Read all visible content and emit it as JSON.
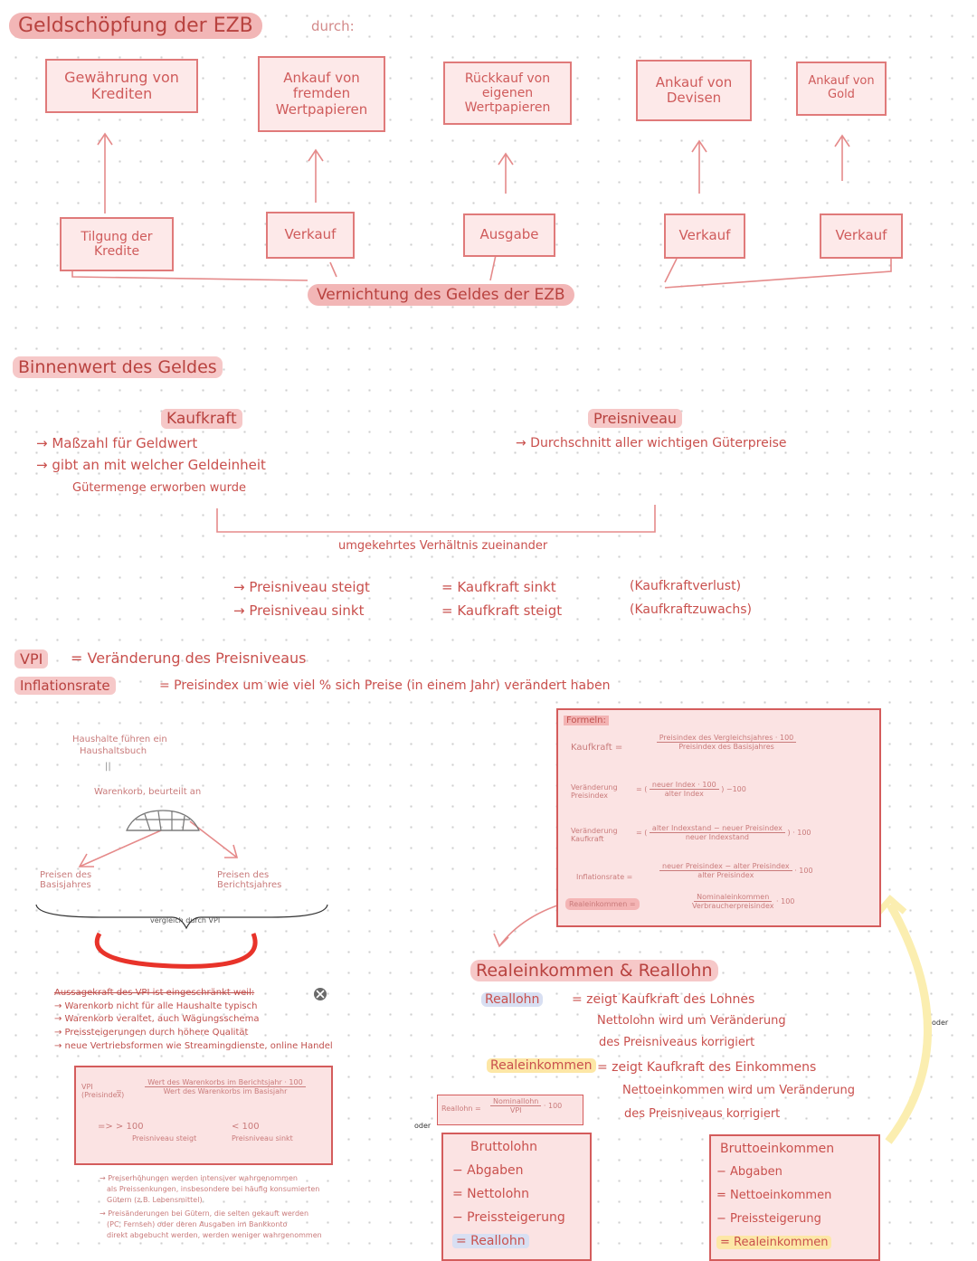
{
  "geldschoepfung": {
    "title": "Geldschöpfung der EZB",
    "suffix": "durch:",
    "top_boxes": [
      "Gewährung von Krediten",
      "Ankauf von fremden Wertpapieren",
      "Rückkauf von eigenen Wertpapieren",
      "Ankauf von Devisen",
      "Ankauf von Gold"
    ],
    "bottom_boxes": [
      "Tilgung der Kredite",
      "Verkauf",
      "Ausgabe",
      "Verkauf",
      "Verkauf"
    ],
    "vernichtung": "Vernichtung des Geldes der EZB"
  },
  "binnenwert": {
    "title": "Binnenwert des Geldes",
    "kaufkraft": {
      "title": "Kaufkraft",
      "line1": "→ Maßzahl für Geldwert",
      "line2": "→ gibt an mit welcher Geldeinheit",
      "line3": "Gütermenge erworben wurde"
    },
    "preisniveau": {
      "title": "Preisniveau",
      "line1": "→ Durchschnitt aller wichtigen Güterpreise"
    },
    "verhaeltnis": "umgekehrtes Verhältnis zueinander",
    "rows": [
      {
        "left": "→ Preisniveau steigt",
        "mid": "= Kaufkraft sinkt",
        "right": "(Kaufkraftverlust)"
      },
      {
        "left": "→ Preisniveau sinkt",
        "mid": "= Kaufkraft steigt",
        "right": "(Kaufkraftzuwachs)"
      }
    ]
  },
  "vpi": {
    "label": "VPI",
    "def": "= Veränderung des Preisniveaus",
    "inflation_label": "Inflationsrate",
    "inflation_def": "= Preisindex um wie viel % sich Preise (in einem Jahr) verändert haben"
  },
  "haushalte": {
    "line1": "Haushalte führen ein",
    "line2": "Haushaltsbuch",
    "arrow": "||",
    "warenkorb": "Warenkorb, beurteilt an",
    "left": "Preisen des Basisjahres",
    "right": "Preisen des Berichtsjahres",
    "vergleich": "vergleich durch VPI"
  },
  "aussagekraft": {
    "title": "Aussagekraft des VPI ist eingeschränkt weil:",
    "items": [
      "→ Warenkorb nicht für alle Haushalte typisch",
      "→ Warenkorb veraltet, auch Wägungsschema",
      "→ Preissteigerungen durch höhere Qualität",
      "→ neue Vertriebsformen wie Streamingdienste, online Handel"
    ]
  },
  "vpi_formel": {
    "label": "VPI (Preisindex)",
    "num": "Wert des Warenkorbs im Berichtsjahr · 100",
    "den": "Wert des Warenkorbs im Basisjahr",
    "gt": "=> > 100",
    "gt_desc": "Preisniveau steigt",
    "lt": "< 100",
    "lt_desc": "Preisniveau sinkt"
  },
  "bottom_notes": [
    "→ Preiserhöhungen werden intensiver wahrgenommen",
    "als Preissenkungen, insbesondere bei häufig konsumierten",
    "Gütern (z.B. Lebensmittel)",
    "→ Preisänderungen bei Gütern, die selten gekauft werden",
    "(PC, Fernseh) oder deren Ausgaben im Bankkonto",
    "direkt abgebucht werden, werden weniger wahrgenommen"
  ],
  "formeln": {
    "title": "Formeln:",
    "kaufkraft_label": "Kaufkraft =",
    "kaufkraft_num": "Preisindex des Vergleichsjahres · 100",
    "kaufkraft_den": "Preisindex des Basisjahres",
    "vp_label": "Veränderung Preisindex",
    "vp_num": "neuer Index · 100",
    "vp_den": "alter Index",
    "vp_tail": "−100",
    "vk_label": "Veränderung Kaufkraft",
    "vk_num": "alter Indexstand − neuer Preisindex",
    "vk_den": "neuer Indexstand",
    "vk_tail": "· 100",
    "ir_label": "Inflationsrate =",
    "ir_num": "neuer Preisindex − alter Preisindex",
    "ir_den": "alter Preisindex",
    "ir_tail": "· 100",
    "re_label": "Realeinkommen =",
    "re_num": "Nominaleinkommen",
    "re_den": "Verbraucherpreisindex",
    "re_tail": "· 100"
  },
  "real": {
    "title": "Realeinkommen & Reallohn",
    "reallohn_label": "Reallohn",
    "reallohn_def1": "= zeigt Kaufkraft des Lohnes",
    "reallohn_def2": "Nettolohn wird um Veränderung",
    "reallohn_def3": "des Preisniveaus korrigiert",
    "realek_label": "Realeinkommen",
    "realek_def1": "= zeigt Kaufkraft des Einkommens",
    "realek_def2": "Nettoeinkommen wird um Veränderung",
    "realek_def3": "des Preisniveaus korrigiert",
    "oder": "oder",
    "oder2": "oder",
    "formel_label": "Reallohn =",
    "formel_num": "Nominallohn",
    "formel_den": "VPI",
    "formel_tail": "· 100",
    "lohn_calc": [
      "Bruttolohn",
      "− Abgaben",
      "= Nettolohn",
      "− Preissteigerung",
      "= Reallohn"
    ],
    "ek_calc": [
      "Bruttoeinkommen",
      "− Abgaben",
      "= Nettoeinkommen",
      "− Preissteigerung",
      "= Realeinkommen"
    ]
  }
}
